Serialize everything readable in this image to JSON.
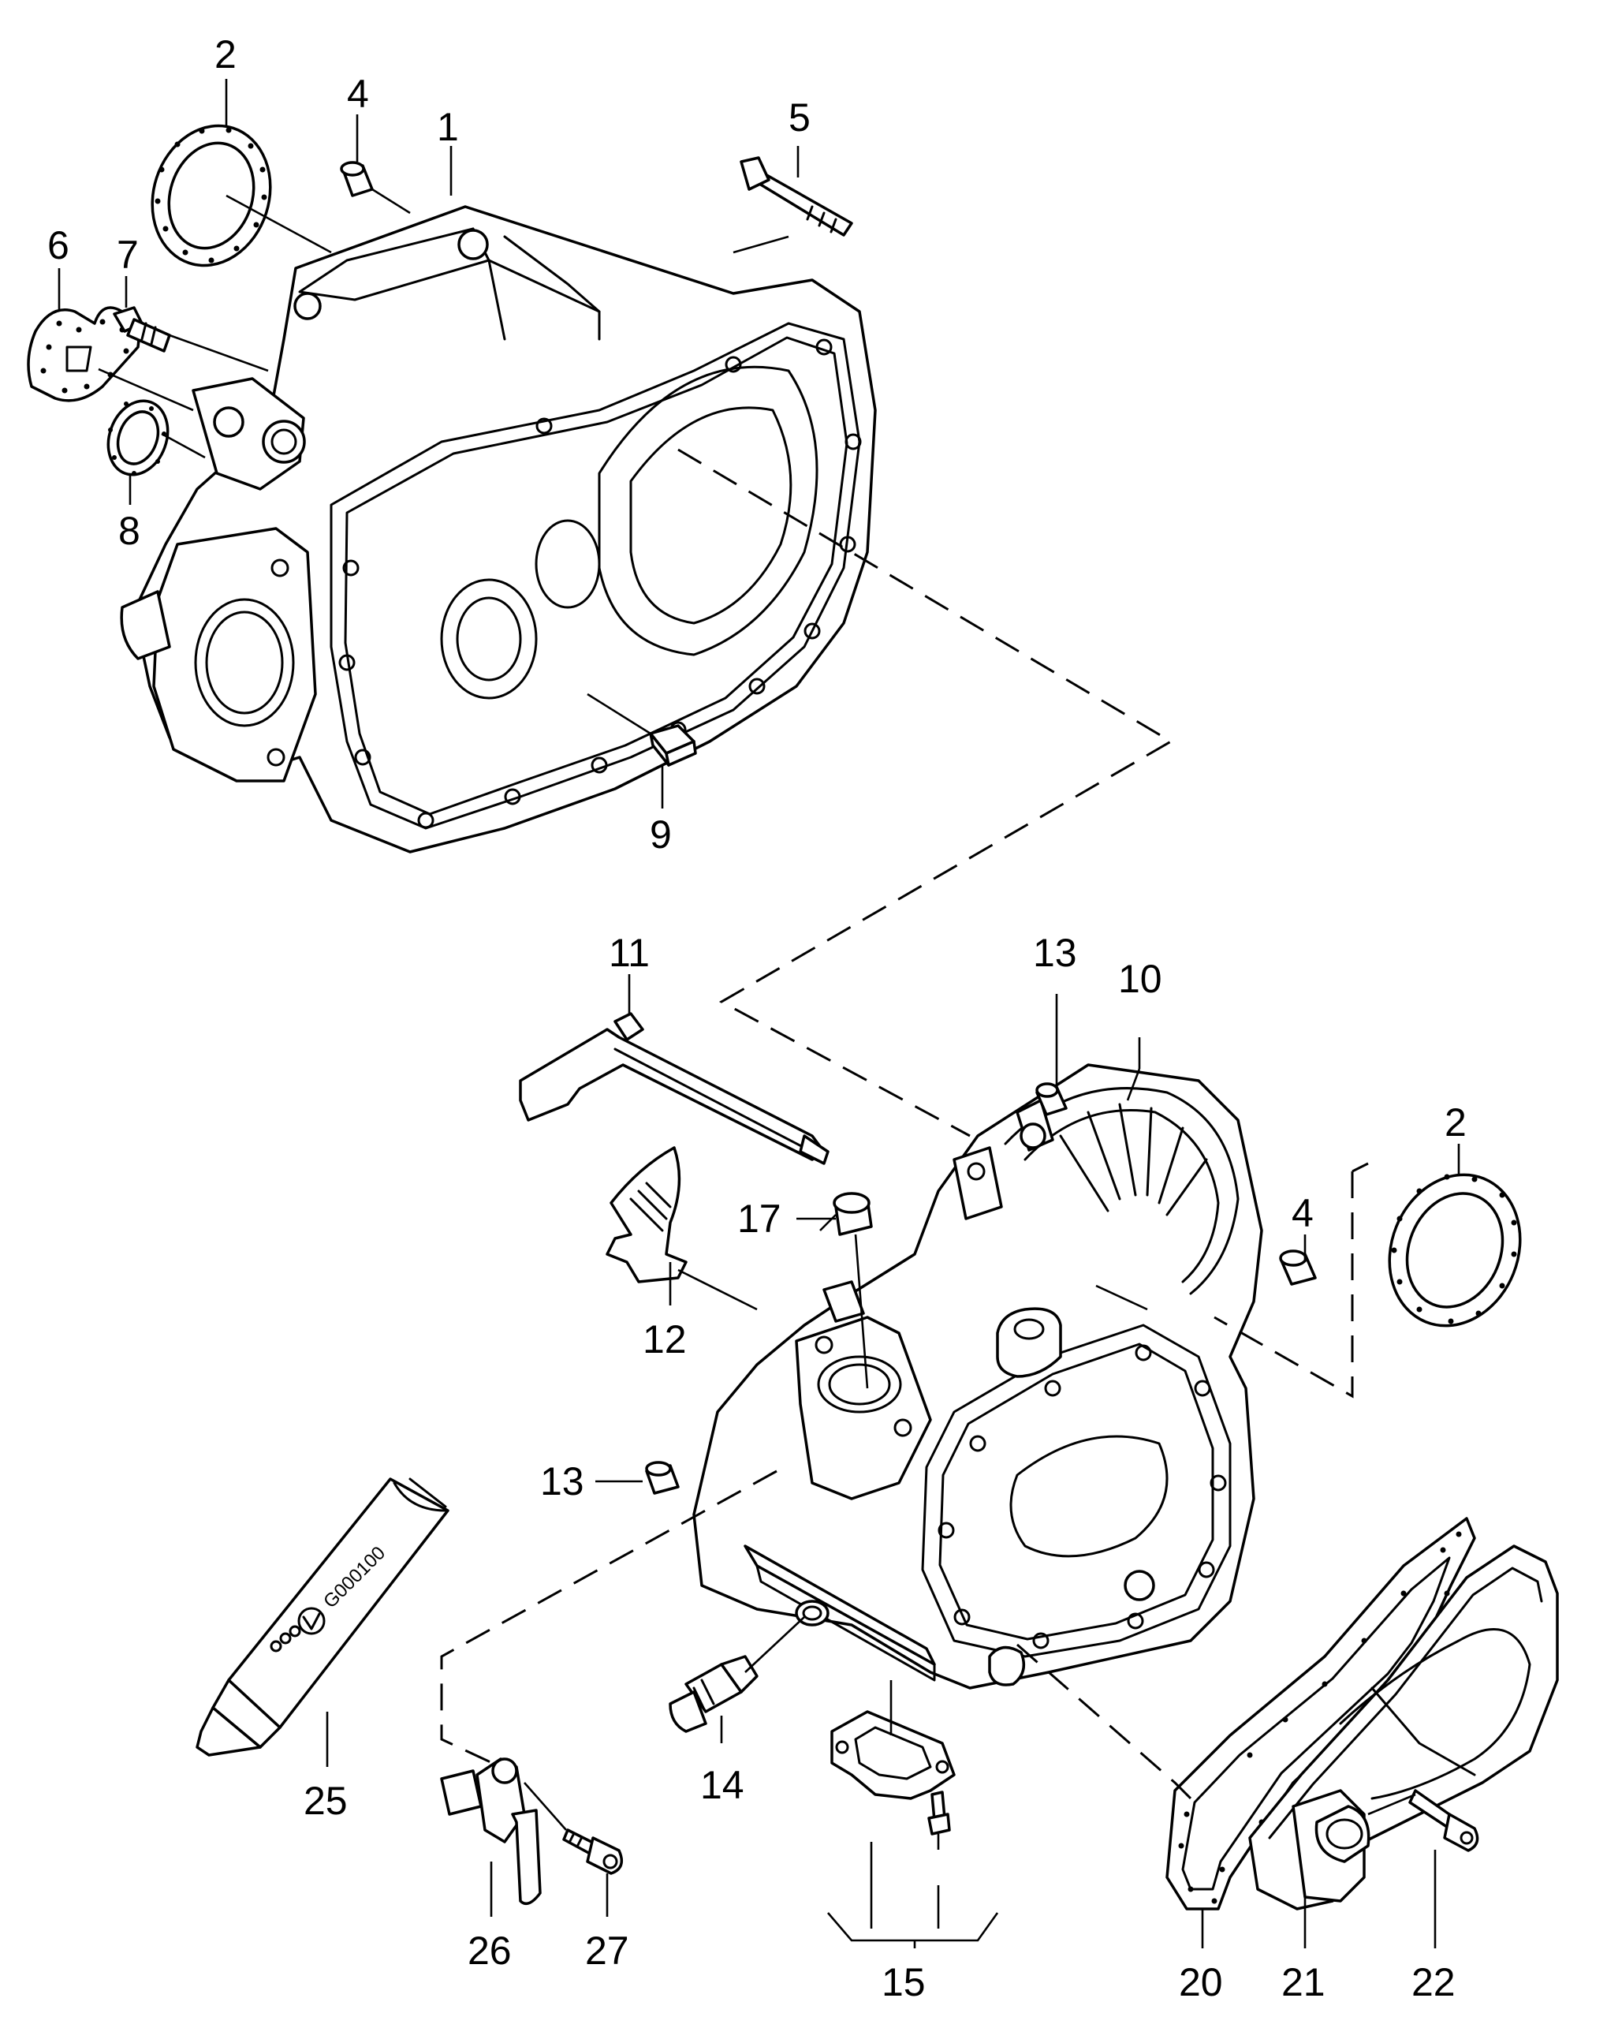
{
  "callouts": {
    "c1": "1",
    "c2a": "2",
    "c2b": "2",
    "c4a": "4",
    "c4b": "4",
    "c5": "5",
    "c6": "6",
    "c7": "7",
    "c8": "8",
    "c9": "9",
    "c10": "10",
    "c11": "11",
    "c12": "12",
    "c13a": "13",
    "c13b": "13",
    "c14": "14",
    "c15": "15",
    "c17": "17",
    "c20": "20",
    "c21": "21",
    "c22": "22",
    "c25": "25",
    "c26": "26",
    "c27": "27"
  },
  "sealant_tube_label": "G000100"
}
